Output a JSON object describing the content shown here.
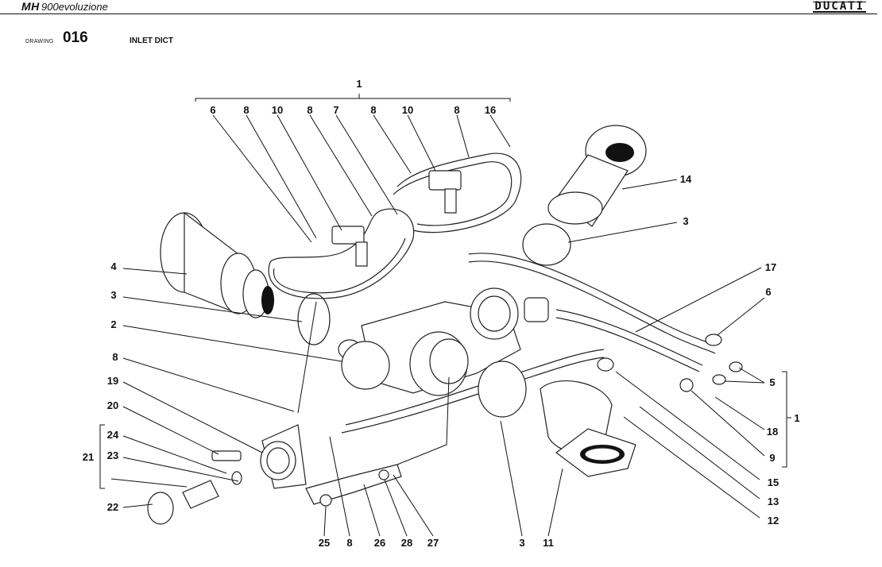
{
  "header": {
    "model_bold": "MH",
    "model_rest": "900evoluzione",
    "brand_logo": "DUCATI"
  },
  "drawing": {
    "label": "DRAWING",
    "number": "016",
    "title": "INLET DICT"
  },
  "callouts": {
    "c1_top": "1",
    "c6_top": "6",
    "c8_a": "8",
    "c10_a": "10",
    "c8_b": "8",
    "c7": "7",
    "c8_c": "8",
    "c10_b": "10",
    "c8_d": "8",
    "c16": "16",
    "c14": "14",
    "c3_right": "3",
    "c17": "17",
    "c6_right": "6",
    "c5": "5",
    "c1_right": "1",
    "c18": "18",
    "c9": "9",
    "c15": "15",
    "c13": "13",
    "c12": "12",
    "c4": "4",
    "c3_left": "3",
    "c2": "2",
    "c8_left": "8",
    "c19": "19",
    "c20": "20",
    "c24": "24",
    "c21": "21",
    "c23": "23",
    "c22": "22",
    "c25": "25",
    "c8_bottom": "8",
    "c26": "26",
    "c28": "28",
    "c27": "27",
    "c3_bottom": "3",
    "c11": "11"
  }
}
